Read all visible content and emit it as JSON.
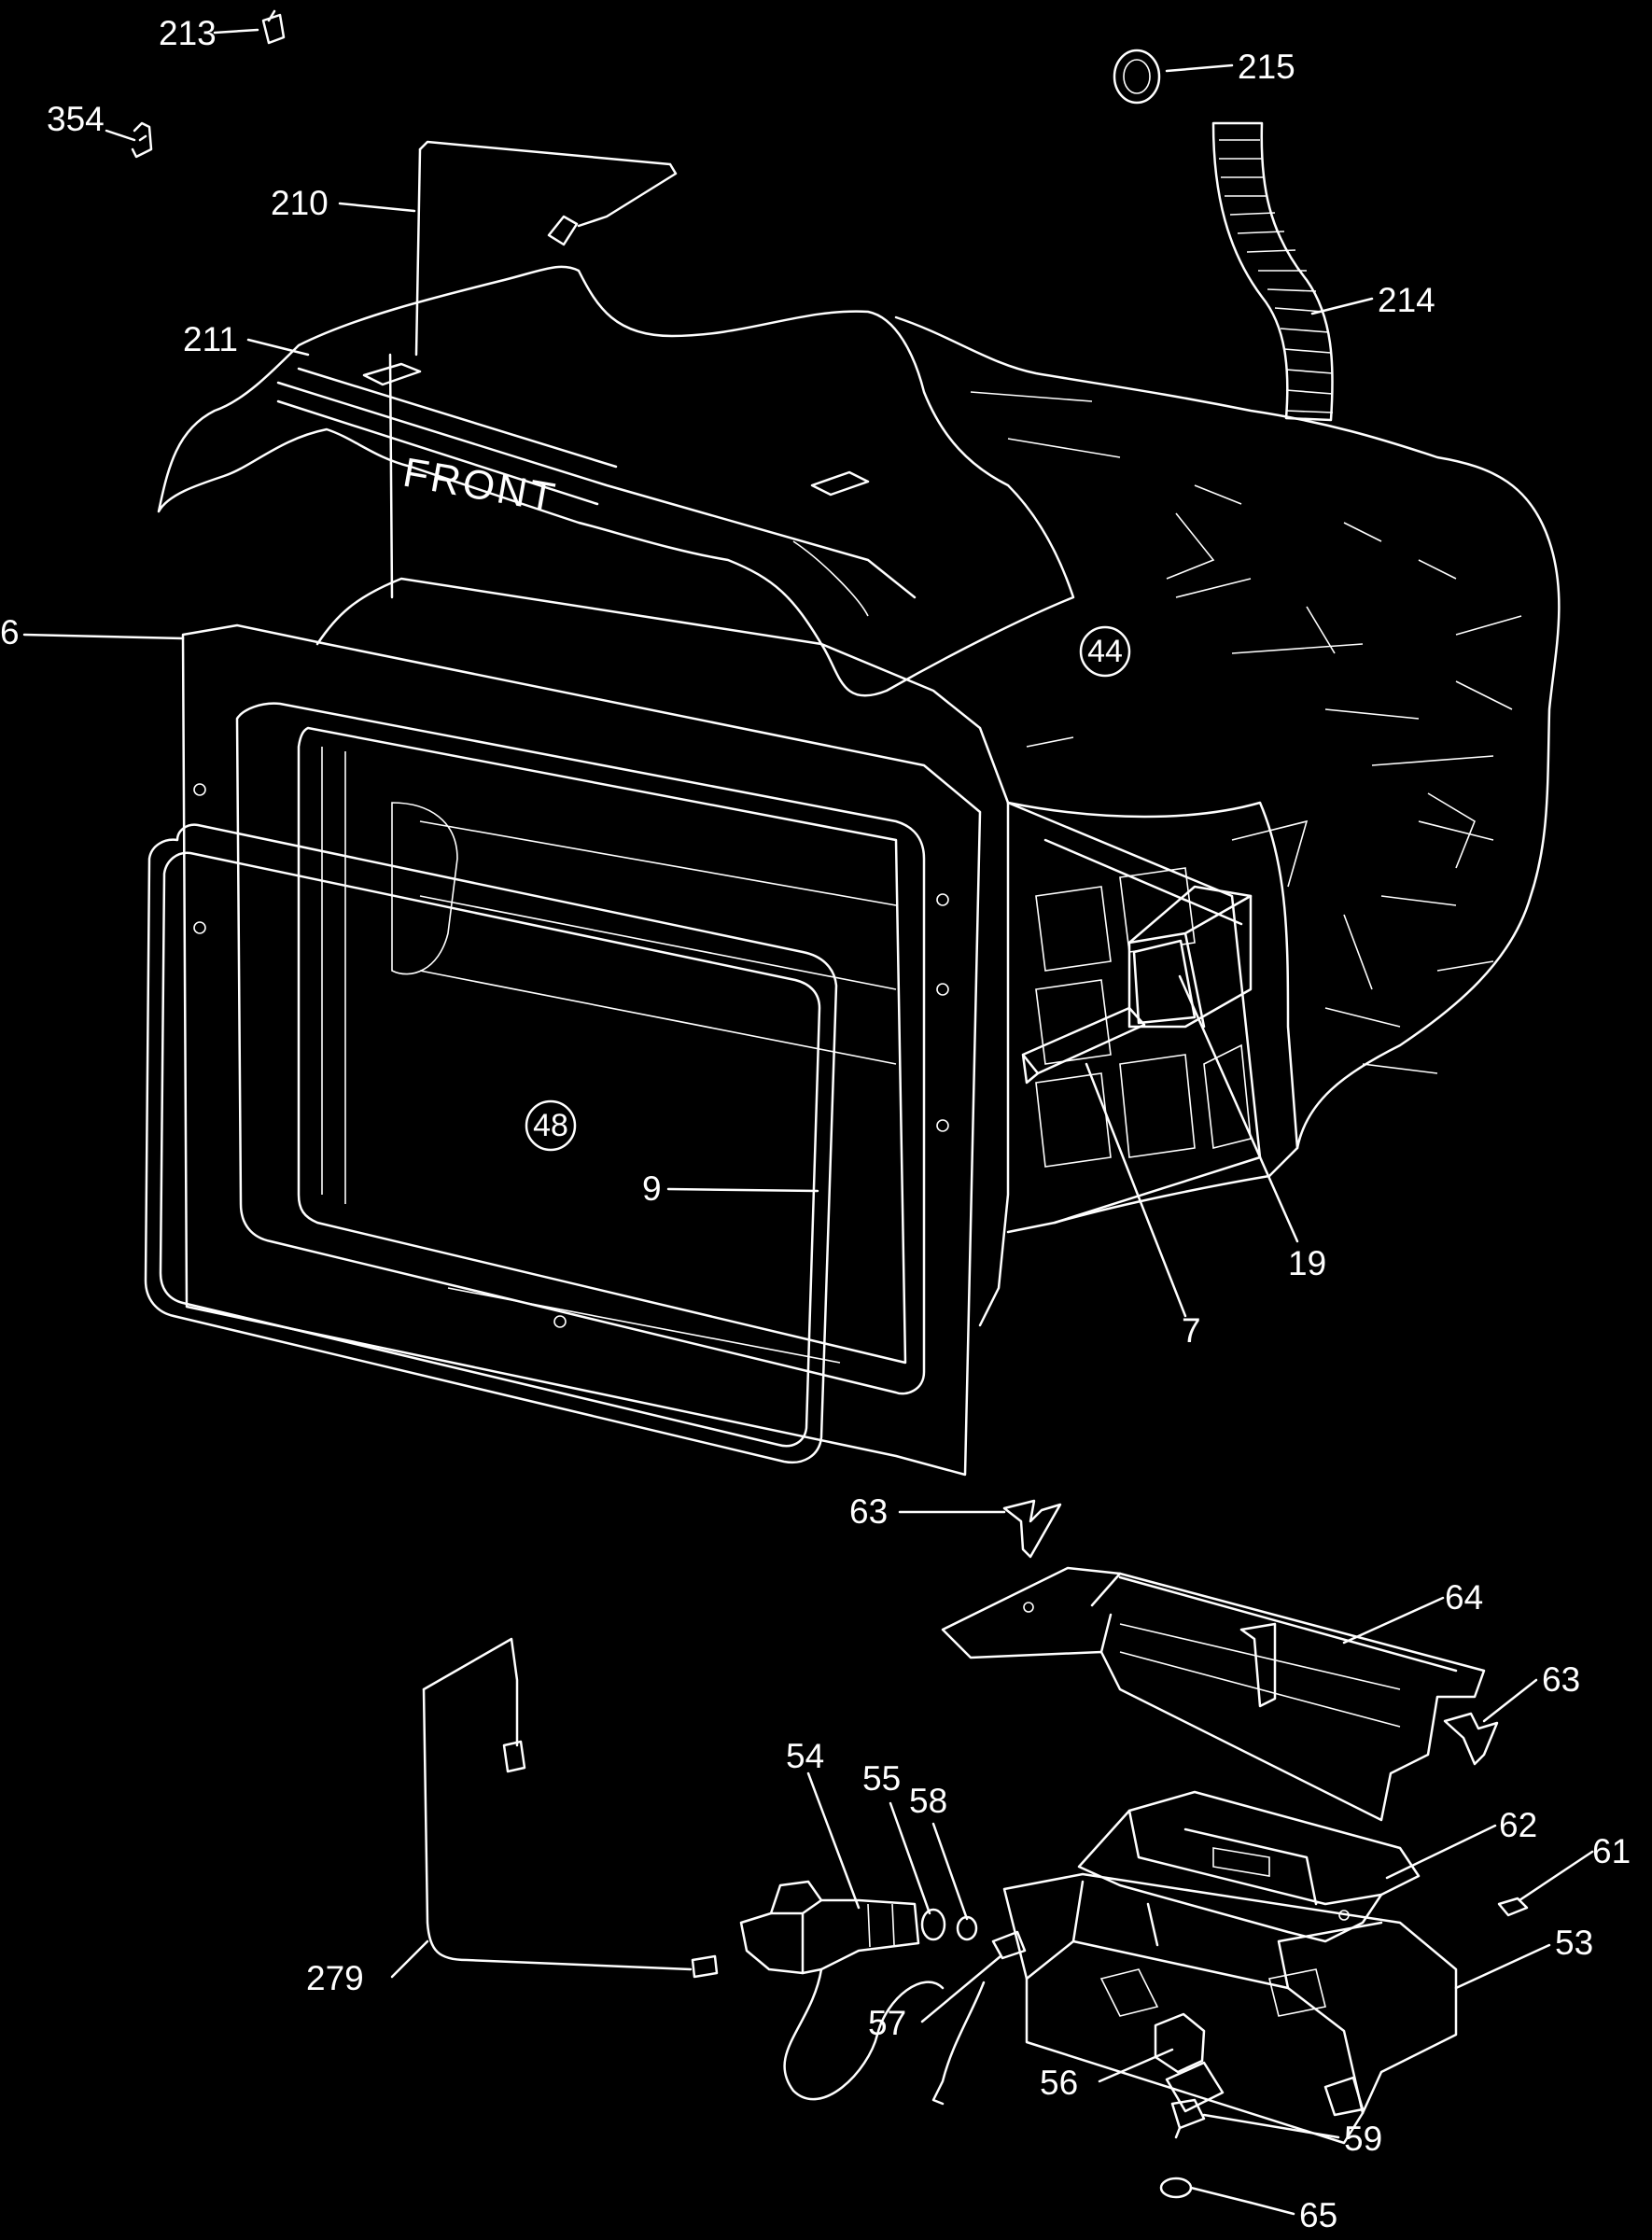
{
  "diagram": {
    "front_text": "FRONT",
    "circled": [
      {
        "id": "c44",
        "text": "44"
      },
      {
        "id": "c48",
        "text": "48"
      }
    ],
    "labels": [
      {
        "id": "l213",
        "text": "213"
      },
      {
        "id": "l354",
        "text": "354"
      },
      {
        "id": "l210",
        "text": "210"
      },
      {
        "id": "l211",
        "text": "211"
      },
      {
        "id": "l215",
        "text": "215"
      },
      {
        "id": "l214",
        "text": "214"
      },
      {
        "id": "l6",
        "text": "6"
      },
      {
        "id": "l9",
        "text": "9"
      },
      {
        "id": "l19",
        "text": "19"
      },
      {
        "id": "l7",
        "text": "7"
      },
      {
        "id": "l63a",
        "text": "63"
      },
      {
        "id": "l64",
        "text": "64"
      },
      {
        "id": "l63b",
        "text": "63"
      },
      {
        "id": "l62",
        "text": "62"
      },
      {
        "id": "l61",
        "text": "61"
      },
      {
        "id": "l53",
        "text": "53"
      },
      {
        "id": "l54",
        "text": "54"
      },
      {
        "id": "l55",
        "text": "55"
      },
      {
        "id": "l58",
        "text": "58"
      },
      {
        "id": "l279",
        "text": "279"
      },
      {
        "id": "l57",
        "text": "57"
      },
      {
        "id": "l56",
        "text": "56"
      },
      {
        "id": "l59",
        "text": "59"
      },
      {
        "id": "l65",
        "text": "65"
      }
    ]
  }
}
